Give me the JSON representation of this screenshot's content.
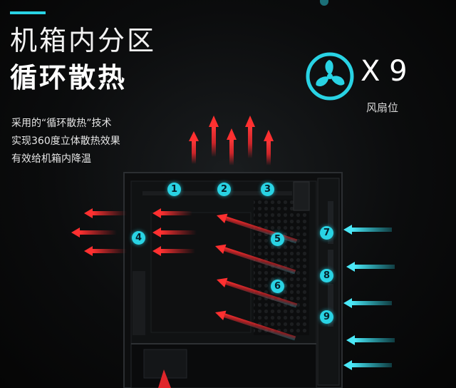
{
  "header": {
    "title_line1": "机箱内分区",
    "title_line2": "循环散热"
  },
  "description": {
    "line1": "采用的“循环散热”技术",
    "line2": "实现360度立体散热效果",
    "line3": "有效给机箱内降温"
  },
  "fan_badge": {
    "icon": "fan-icon",
    "count": "X 9",
    "caption": "风扇位"
  },
  "fan_positions": [
    "1",
    "2",
    "3",
    "4",
    "5",
    "6",
    "7",
    "8",
    "9"
  ],
  "colors": {
    "accent": "#29d3e4",
    "hot_air": "#e0262b",
    "cool_air": "#29d3e4"
  }
}
